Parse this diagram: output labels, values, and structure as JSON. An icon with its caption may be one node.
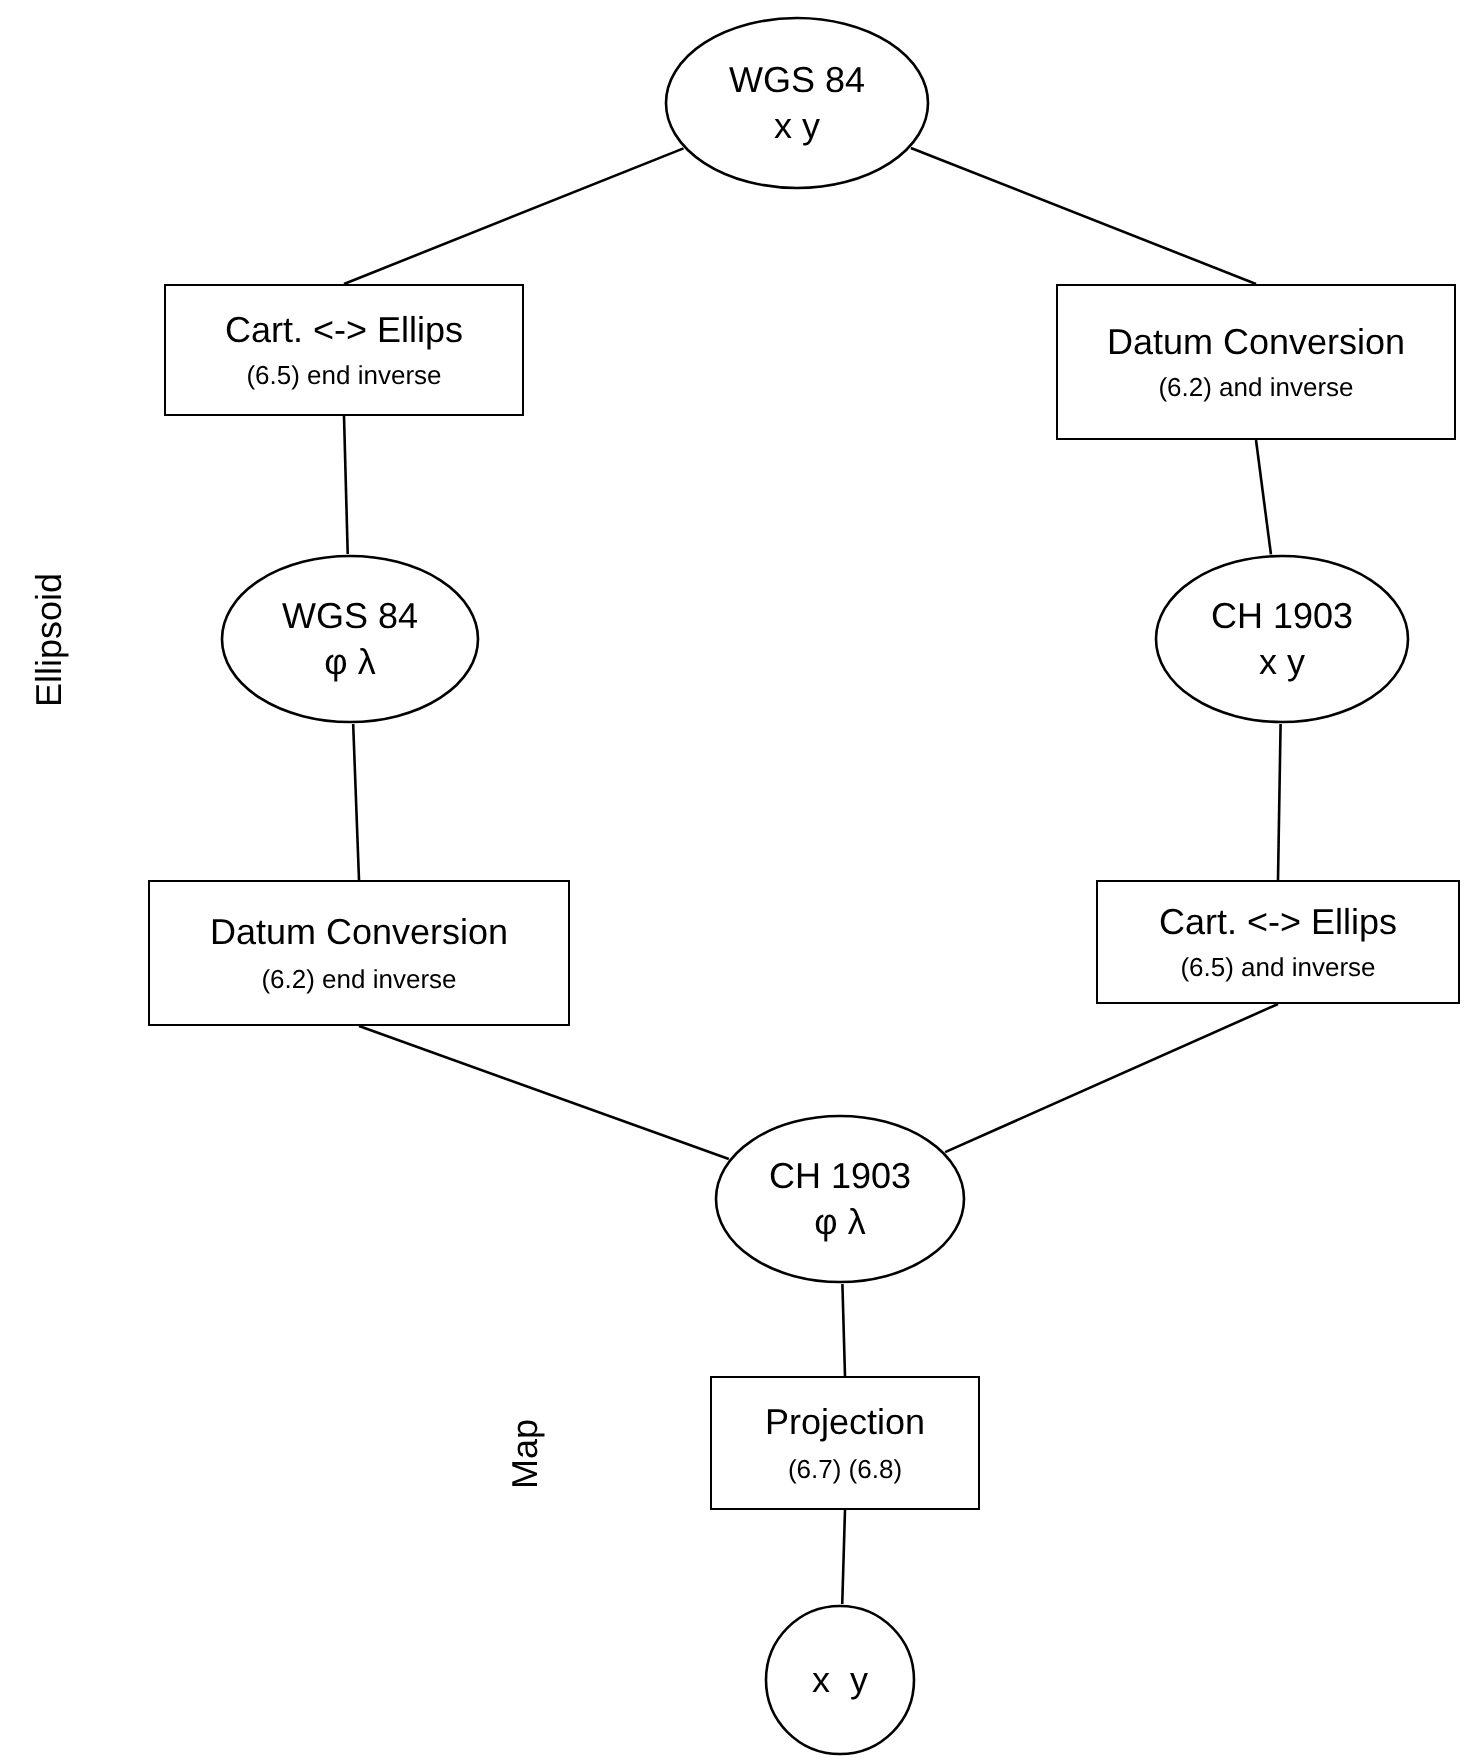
{
  "diagram": {
    "nodes": [
      {
        "text": [
          "WGS 84",
          "x y"
        ]
      },
      {
        "text": [
          "Cart. <-> Ellips",
          "(6.5) end inverse"
        ]
      },
      {
        "text": [
          "Datum Conversion",
          "(6.2) and inverse"
        ]
      },
      {
        "text": [
          "WGS 84",
          "φ λ"
        ]
      },
      {
        "text": [
          "CH 1903",
          "x y"
        ]
      },
      {
        "text": [
          "Datum Conversion",
          "(6.2) end inverse"
        ]
      },
      {
        "text": [
          "Cart. <-> Ellips",
          "(6.5) and inverse"
        ]
      },
      {
        "text": [
          "CH 1903",
          "φ λ"
        ]
      },
      {
        "text": [
          "Projection",
          "(6.7) (6.8)"
        ]
      },
      {
        "text": [
          "x  y"
        ]
      }
    ],
    "edges": [
      {
        "from": 0,
        "to": 1,
        "arrow": "none"
      },
      {
        "from": 0,
        "to": 2,
        "arrow": "none"
      },
      {
        "from": 1,
        "to": 3,
        "arrow": "none"
      },
      {
        "from": 2,
        "to": 4,
        "arrow": "none"
      },
      {
        "from": 3,
        "to": 5,
        "arrow": "none"
      },
      {
        "from": 4,
        "to": 6,
        "arrow": "none"
      },
      {
        "from": 5,
        "to": 7,
        "arrow": "none"
      },
      {
        "from": 6,
        "to": 7,
        "arrow": "none"
      },
      {
        "from": 7,
        "to": 8,
        "arrow": "none"
      },
      {
        "from": 8,
        "to": 9,
        "arrow": "none"
      }
    ],
    "labels": [
      "Ellipsoid",
      "Map"
    ]
  }
}
